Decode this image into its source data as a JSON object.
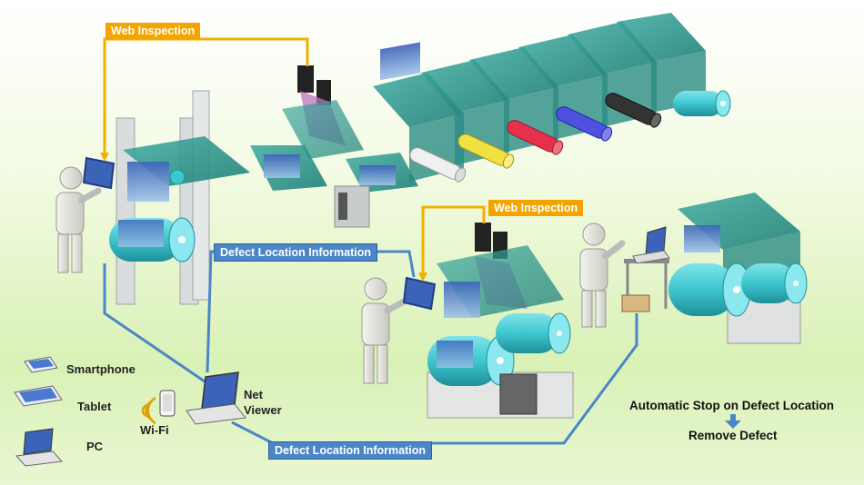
{
  "labels": {
    "web_inspection_top": "Web Inspection",
    "web_inspection_mid": "Web Inspection",
    "defect_location_upper": "Defect Location Information",
    "defect_location_lower": "Defect Location Information",
    "net_viewer": "Net\nViewer",
    "wifi": "Wi-Fi",
    "automatic_stop": "Automatic Stop on Defect Location",
    "remove_defect": "Remove Defect"
  },
  "legend": [
    {
      "label": "Smartphone",
      "icon": "smartphone-icon"
    },
    {
      "label": "Tablet",
      "icon": "tablet-icon"
    },
    {
      "label": "PC",
      "icon": "pc-icon"
    }
  ],
  "colors": {
    "orange_line": "#f2b000",
    "blue_line": "#4a86c8",
    "web_film": "#2e9e95",
    "roll_cyan": "#3ec6cf"
  },
  "print_roll_colors": [
    "#ffffff",
    "#f0e040",
    "#e8304a",
    "#5050e0",
    "#333333",
    "#38c8d0"
  ]
}
